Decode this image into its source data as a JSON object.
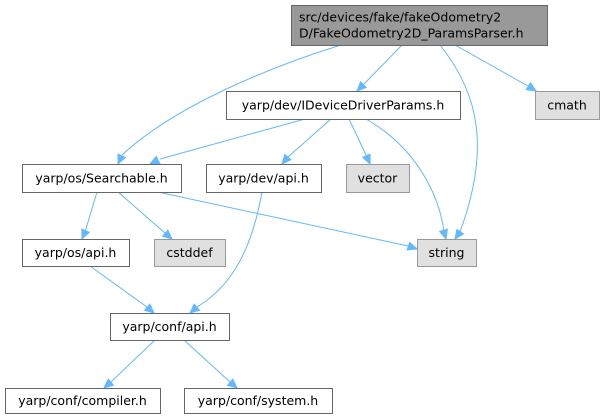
{
  "diagram": {
    "type": "include-dependency-graph",
    "edge_color": "#63b8ff",
    "node_styles": {
      "main": {
        "fill": "#999999",
        "border": "#666666"
      },
      "local": {
        "fill": "#ffffff",
        "border": "#666666"
      },
      "system": {
        "fill": "#e0e0e0",
        "border": "#999999"
      }
    },
    "nodes": [
      {
        "id": "main",
        "lines": [
          "src/devices/fake/fakeOdometry2",
          "D/FakeOdometry2D_ParamsParser.h"
        ],
        "kind": "main"
      },
      {
        "id": "idriverparams",
        "lines": [
          "yarp/dev/IDeviceDriverParams.h"
        ],
        "kind": "local"
      },
      {
        "id": "cmath",
        "lines": [
          "cmath"
        ],
        "kind": "system"
      },
      {
        "id": "searchable",
        "lines": [
          "yarp/os/Searchable.h"
        ],
        "kind": "local"
      },
      {
        "id": "devapi",
        "lines": [
          "yarp/dev/api.h"
        ],
        "kind": "local"
      },
      {
        "id": "vector",
        "lines": [
          "vector"
        ],
        "kind": "system"
      },
      {
        "id": "osapi",
        "lines": [
          "yarp/os/api.h"
        ],
        "kind": "local"
      },
      {
        "id": "cstddef",
        "lines": [
          "cstddef"
        ],
        "kind": "system"
      },
      {
        "id": "string",
        "lines": [
          "string"
        ],
        "kind": "system"
      },
      {
        "id": "confapi",
        "lines": [
          "yarp/conf/api.h"
        ],
        "kind": "local"
      },
      {
        "id": "compiler",
        "lines": [
          "yarp/conf/compiler.h"
        ],
        "kind": "local"
      },
      {
        "id": "system",
        "lines": [
          "yarp/conf/system.h"
        ],
        "kind": "local"
      }
    ],
    "edges": [
      {
        "from": "main",
        "to": "searchable"
      },
      {
        "from": "main",
        "to": "idriverparams"
      },
      {
        "from": "main",
        "to": "string"
      },
      {
        "from": "main",
        "to": "cmath"
      },
      {
        "from": "idriverparams",
        "to": "searchable"
      },
      {
        "from": "idriverparams",
        "to": "devapi"
      },
      {
        "from": "idriverparams",
        "to": "vector"
      },
      {
        "from": "idriverparams",
        "to": "string"
      },
      {
        "from": "searchable",
        "to": "osapi"
      },
      {
        "from": "searchable",
        "to": "cstddef"
      },
      {
        "from": "searchable",
        "to": "string"
      },
      {
        "from": "devapi",
        "to": "confapi"
      },
      {
        "from": "osapi",
        "to": "confapi"
      },
      {
        "from": "confapi",
        "to": "compiler"
      },
      {
        "from": "confapi",
        "to": "system"
      }
    ]
  }
}
